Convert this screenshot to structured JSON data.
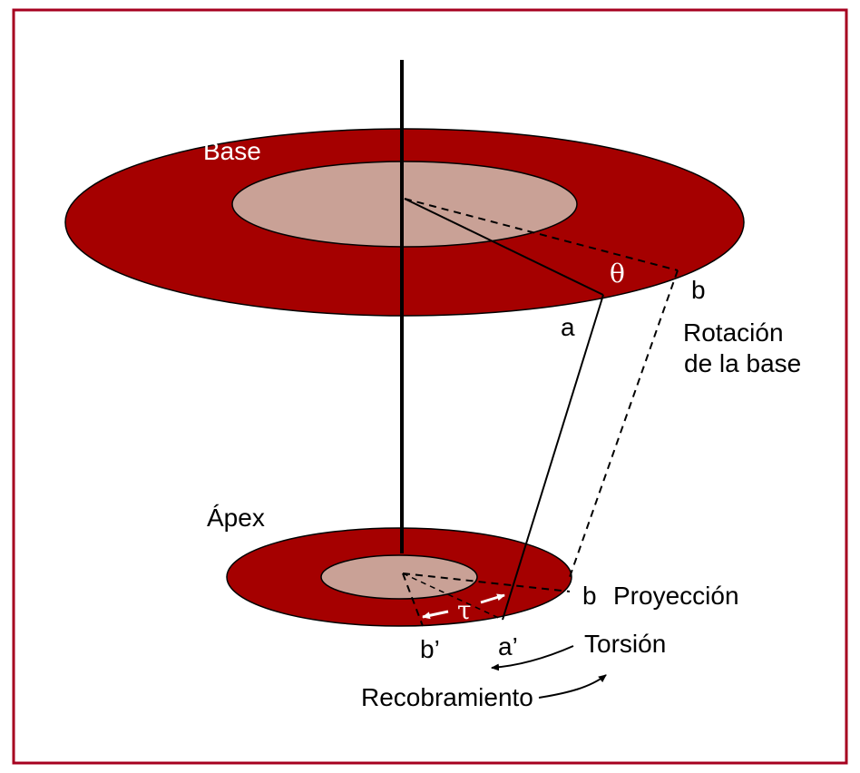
{
  "colors": {
    "frame": "#a6001f",
    "ring": "#a50000",
    "inner": "#c9a196",
    "line": "#000000",
    "white": "#ffffff"
  },
  "labels": {
    "base": "Base",
    "apex": "Ápex",
    "theta": "θ",
    "tau": "τ",
    "a": "a",
    "a_prime": "a’",
    "b_top": "b",
    "b_bottom": "b",
    "b_prime": "b’",
    "rotation_line1": "Rotación",
    "rotation_line2": "de la base",
    "projection": "Proyección",
    "torsion": "Torsión",
    "recoil": "Recobramiento"
  }
}
